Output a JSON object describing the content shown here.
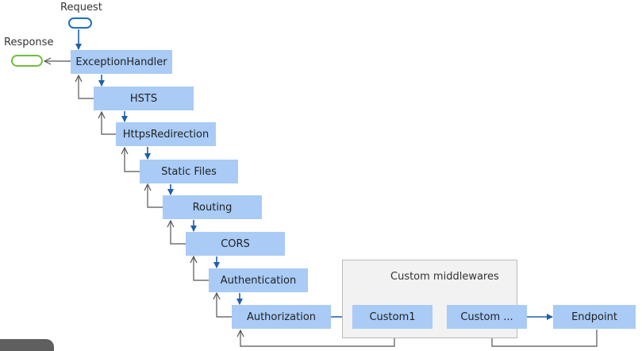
{
  "request_label": "Request",
  "response_label": "Response",
  "pipeline": [
    {
      "id": "exceptionhandler",
      "label": "ExceptionHandler"
    },
    {
      "id": "hsts",
      "label": "HSTS"
    },
    {
      "id": "httpsredirection",
      "label": "HttpsRedirection"
    },
    {
      "id": "static-files",
      "label": "Static Files"
    },
    {
      "id": "routing",
      "label": "Routing"
    },
    {
      "id": "cors",
      "label": "CORS"
    },
    {
      "id": "authentication",
      "label": "Authentication"
    },
    {
      "id": "authorization",
      "label": "Authorization"
    }
  ],
  "custom_group": {
    "title": "Custom middlewares",
    "items": [
      {
        "id": "custom1",
        "label": "Custom1"
      },
      {
        "id": "custom-more",
        "label": "Custom ..."
      }
    ]
  },
  "endpoint": {
    "label": "Endpoint"
  },
  "colors": {
    "box_fill": "#a9cbf6",
    "forward_arrow": "#1f5fa8",
    "return_arrow": "#555555",
    "request_pill": "#1f6fc4",
    "response_pill": "#6fbe3a",
    "group_fill": "#f2f2f2"
  }
}
